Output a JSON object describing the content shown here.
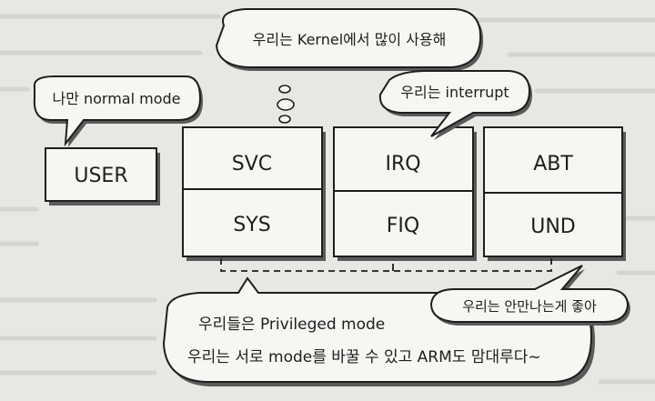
{
  "modes": {
    "user": "USER",
    "svc": "SVC",
    "sys": "SYS",
    "irq": "IRQ",
    "fiq": "FIQ",
    "abt": "ABT",
    "und": "UND"
  },
  "bubbles": {
    "user_note": "나만 normal mode",
    "svc_note": "우리는 Kernel에서 많이 사용해",
    "irq_note": "우리는 interrupt",
    "abt_note": "우리는 안만나는게 좋아",
    "privileged_line1": "우리들은 Privileged mode",
    "privileged_line2": "우리는 서로 mode를 바꿀 수 있고 ARM도 맘대루다~"
  },
  "colors": {
    "paper": "#e9e7e3",
    "box_fill": "#f7f6f3",
    "ink": "#1e1e1e",
    "shadow": "#5a5a5a"
  }
}
